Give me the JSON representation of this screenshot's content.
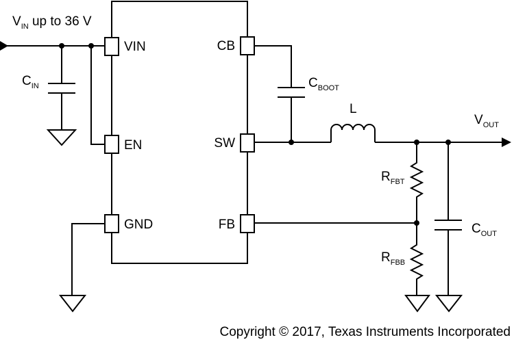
{
  "input": {
    "main": "V",
    "sub": "IN",
    "suffix": " up to 36 V"
  },
  "output": {
    "main": "V",
    "sub": "OUT"
  },
  "pins": {
    "vin": "VIN",
    "en": "EN",
    "gnd": "GND",
    "cb": "CB",
    "sw": "SW",
    "fb": "FB"
  },
  "components": {
    "cin": {
      "main": "C",
      "sub": "IN"
    },
    "cboot": {
      "main": "C",
      "sub": "BOOT"
    },
    "inductor": {
      "main": "L"
    },
    "rfbt": {
      "main": "R",
      "sub": "FBT"
    },
    "rfbb": {
      "main": "R",
      "sub": "FBB"
    },
    "cout": {
      "main": "C",
      "sub": "OUT"
    }
  },
  "copyright": "Copyright © 2017, Texas Instruments Incorporated"
}
